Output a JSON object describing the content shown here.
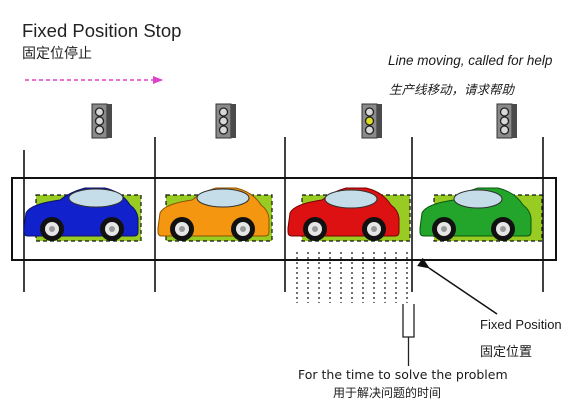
{
  "header": {
    "title": "Fixed Position Stop",
    "title_cn": "固定位停止"
  },
  "annotations": {
    "help": "Line moving, called for help",
    "help_cn": "生产线移动，请求帮助",
    "fixed_position": "Fixed Position",
    "fixed_position_cn": "固定位置",
    "solve_time": "For the time to solve the problem",
    "solve_time_cn": "用于解决问题的时间"
  },
  "colors": {
    "arrow": "#e040c8",
    "pallet": "#99cc22",
    "car_blue": "#1122cc",
    "car_orange": "#f4960f",
    "car_red": "#dd1111",
    "car_green": "#22a52a",
    "signal_amber": "#dddd22"
  },
  "stations": [
    {
      "car": "blue",
      "light": "off"
    },
    {
      "car": "orange",
      "light": "off"
    },
    {
      "car": "red",
      "light": "amber"
    },
    {
      "car": "green",
      "light": "off"
    }
  ]
}
